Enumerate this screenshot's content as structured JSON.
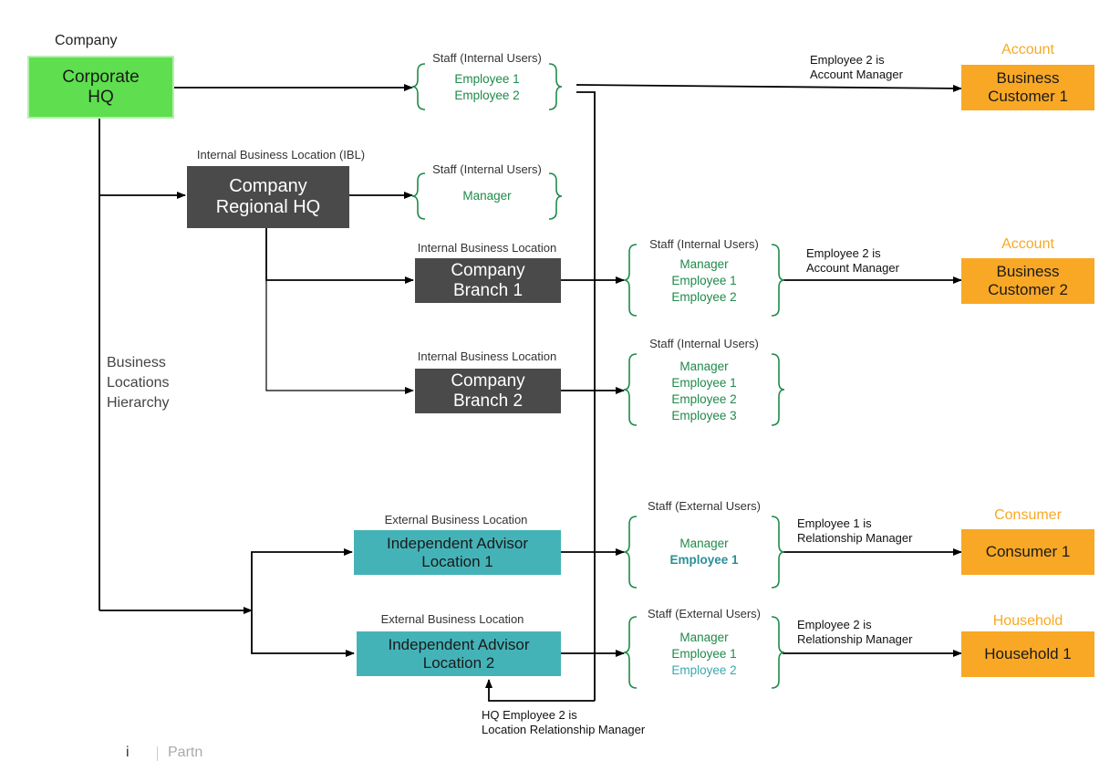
{
  "company_label": "Company",
  "corporate_hq": "Corporate\nHQ",
  "ibl_label": "Internal Business Location (IBL)",
  "regional_hq": "Company\nRegional HQ",
  "ibl1_label": "Internal Business Location",
  "branch1": "Company\nBranch 1",
  "ibl2_label": "Internal Business Location",
  "branch2": "Company\nBranch 2",
  "ebl1_label": "External Business Location",
  "advisor1": "Independent Advisor\nLocation 1",
  "ebl2_label": "External Business Location",
  "advisor2": "Independent Advisor\nLocation 2",
  "hierarchy_label": "Business\nLocations\nHierarchy",
  "staff_groups": [
    {
      "title": "Staff (Internal Users)",
      "members": [
        "Employee 1",
        "Employee 2"
      ]
    },
    {
      "title": "Staff (Internal Users)",
      "members": [
        "Manager"
      ]
    },
    {
      "title": "Staff (Internal Users)",
      "members": [
        "Manager",
        "Employee 1",
        "Employee 2"
      ]
    },
    {
      "title": "Staff (Internal Users)",
      "members": [
        "Manager",
        "Employee 1",
        "Employee 2",
        "Employee 3"
      ]
    },
    {
      "title": "Staff (External Users)",
      "members": [
        "Manager",
        "Employee 1"
      ]
    },
    {
      "title": "Staff (External Users)",
      "members": [
        "Manager",
        "Employee 1",
        "Employee 2"
      ]
    }
  ],
  "customers": [
    {
      "category": "Account",
      "name": "Business\nCustomer 1",
      "relation": "Employee 2 is\nAccount Manager"
    },
    {
      "category": "Account",
      "name": "Business\nCustomer 2",
      "relation": "Employee 2 is\nAccount Manager"
    },
    {
      "category": "Consumer",
      "name": "Consumer 1",
      "relation": "Employee 1 is\nRelationship Manager"
    },
    {
      "category": "Household",
      "name": "Household 1",
      "relation": "Employee 2 is\nRelationship Manager"
    }
  ],
  "hq_note": "HQ Employee 2 is\nLocation Relationship Manager",
  "footer_left": "i",
  "footer_right": "Partn",
  "colors": {
    "corporate": "#5fdf4f",
    "internal": "#4a4a4a",
    "external": "#44b3b8",
    "customer": "#f9a825",
    "staff_text": "#1f8a4a"
  }
}
